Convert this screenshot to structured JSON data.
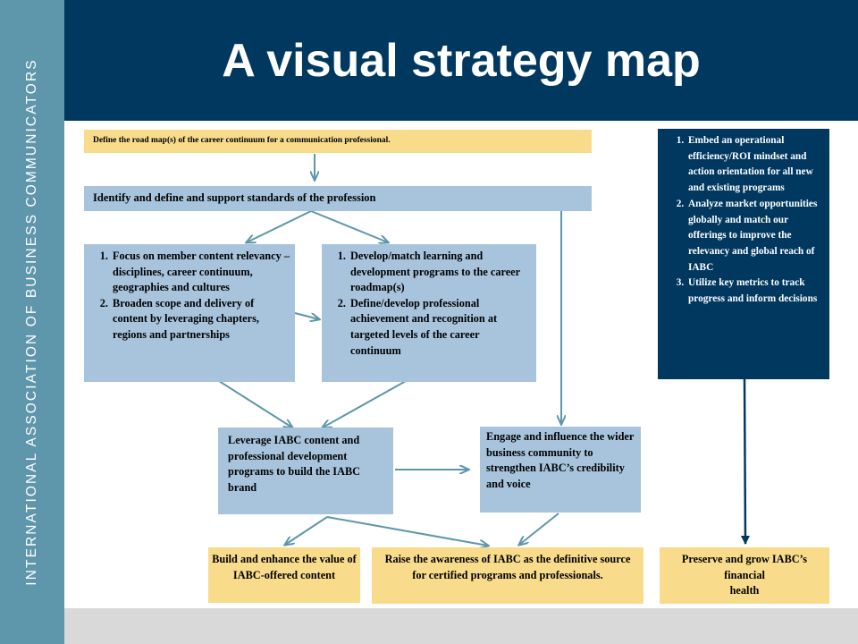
{
  "sidebar": {
    "text": "INTERNATIONAL ASSOCIATION OF BUSINESS COMMUNICATORS"
  },
  "header": {
    "title": "A visual strategy map"
  },
  "boxes": {
    "road_map": "Define  the road map(s)  of the career continuum for a communication professional.",
    "standards": "Identify and define and support standards of the profession",
    "member_content": [
      "Focus on member content relevancy – disciplines, career continuum, geographies and cultures",
      "Broaden scope and delivery of content by leveraging chapters, regions and partnerships"
    ],
    "learning_programs": [
      "Develop/match learning and development programs to the career roadmap(s)",
      "Define/develop professional achievement and recognition at targeted levels of the career continuum"
    ],
    "operations": [
      " Embed an operational efficiency/ROI mindset and action orientation for all new and existing programs",
      "Analyze market opportunities globally and match our offerings to improve the relevancy and global reach of IABC",
      "Utilize key metrics to track progress and inform decisions"
    ],
    "leverage_brand": "Leverage IABC content and professional development programs to build the IABC brand",
    "engage_influence": "Engage and influence the wider business community to strengthen IABC’s credibility and voice",
    "enhance_value": "Build and enhance the value of IABC-offered content",
    "raise_awareness": "Raise the awareness of IABC as the definitive source for certified programs and professionals.",
    "preserve_grow_line1": "Preserve and grow IABC’s financial",
    "preserve_grow_line2": "health"
  },
  "colors": {
    "header": "#003860",
    "sidebar": "#5e96ab",
    "yellow_box": "#f8dc8c",
    "blue_box": "#a7c4dc",
    "arrow": "#5e96ab",
    "dark_arrow": "#003860"
  }
}
